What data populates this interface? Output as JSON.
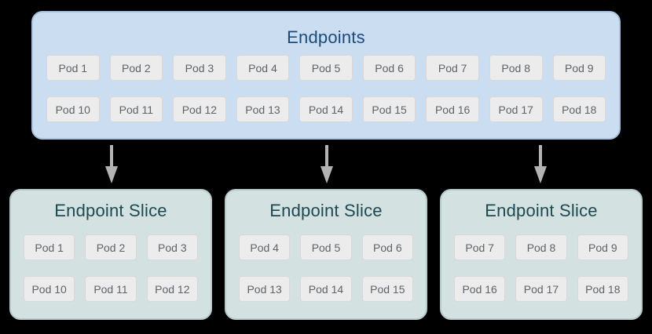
{
  "background": "#000000",
  "endpoints": {
    "title": "Endpoints",
    "pod_rows": [
      [
        "Pod 1",
        "Pod 2",
        "Pod 3",
        "Pod 4",
        "Pod 5",
        "Pod 6",
        "Pod 7",
        "Pod 8",
        "Pod 9"
      ],
      [
        "Pod 10",
        "Pod 11",
        "Pod 12",
        "Pod 13",
        "Pod 14",
        "Pod 15",
        "Pod 16",
        "Pod 17",
        "Pod 18"
      ]
    ]
  },
  "arrows": [
    "down-arrow",
    "down-arrow",
    "down-arrow"
  ],
  "slices": [
    {
      "title": "Endpoint Slice",
      "pod_rows": [
        [
          "Pod 1",
          "Pod 2",
          "Pod 3"
        ],
        [
          "Pod 10",
          "Pod 11",
          "Pod 12"
        ]
      ]
    },
    {
      "title": "Endpoint Slice",
      "pod_rows": [
        [
          "Pod 4",
          "Pod 5",
          "Pod 6"
        ],
        [
          "Pod 13",
          "Pod 14",
          "Pod 15"
        ]
      ]
    },
    {
      "title": "Endpoint Slice",
      "pod_rows": [
        [
          "Pod 7",
          "Pod 8",
          "Pod 9"
        ],
        [
          "Pod 16",
          "Pod 17",
          "Pod 18"
        ]
      ]
    }
  ],
  "colors": {
    "background": "#000000",
    "endpoints_fill": "#cbddf1",
    "endpoints_border": "#a9c4e3",
    "endpoints_title": "#1b4b7c",
    "slice_fill": "#d3e2e1",
    "slice_border": "#b4cbc9",
    "slice_title": "#1d4a52",
    "pod_fill": "#ececec",
    "pod_border": "#d8d8d8",
    "pod_text": "#5f6368",
    "arrow": "#b3b3b3"
  }
}
